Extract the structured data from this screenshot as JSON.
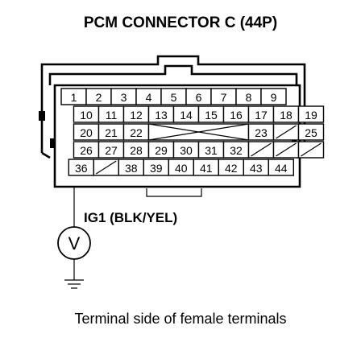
{
  "title": "PCM CONNECTOR C (44P)",
  "wire_label": "IG1 (BLK/YEL)",
  "caption": "Terminal side of female terminals",
  "meter_symbol": "V",
  "pins": [
    {
      "n": "1",
      "r": 0,
      "c": 0,
      "w": 1
    },
    {
      "n": "2",
      "r": 0,
      "c": 1,
      "w": 1
    },
    {
      "n": "3",
      "r": 0,
      "c": 2,
      "w": 1
    },
    {
      "n": "4",
      "r": 0,
      "c": 3,
      "w": 1
    },
    {
      "n": "5",
      "r": 0,
      "c": 4,
      "w": 1
    },
    {
      "n": "6",
      "r": 0,
      "c": 5,
      "w": 1
    },
    {
      "n": "7",
      "r": 0,
      "c": 6,
      "w": 1
    },
    {
      "n": "8",
      "r": 0,
      "c": 7,
      "w": 1
    },
    {
      "n": "9",
      "r": 0,
      "c": 8,
      "w": 1
    },
    {
      "n": "10",
      "r": 1,
      "c": 0.5,
      "w": 1
    },
    {
      "n": "11",
      "r": 1,
      "c": 1.5,
      "w": 1
    },
    {
      "n": "12",
      "r": 1,
      "c": 2.5,
      "w": 1
    },
    {
      "n": "13",
      "r": 1,
      "c": 3.5,
      "w": 1
    },
    {
      "n": "14",
      "r": 1,
      "c": 4.5,
      "w": 1
    },
    {
      "n": "15",
      "r": 1,
      "c": 5.5,
      "w": 1
    },
    {
      "n": "16",
      "r": 1,
      "c": 6.5,
      "w": 1
    },
    {
      "n": "17",
      "r": 1,
      "c": 7.5,
      "w": 1
    },
    {
      "n": "18",
      "r": 1,
      "c": 8.5,
      "w": 1
    },
    {
      "n": "19",
      "r": 1,
      "c": 9.5,
      "w": 1
    },
    {
      "n": "20",
      "r": 2,
      "c": 0.5,
      "w": 1
    },
    {
      "n": "21",
      "r": 2,
      "c": 1.5,
      "w": 1
    },
    {
      "n": "22",
      "r": 2,
      "c": 2.5,
      "w": 1
    },
    {
      "n": "",
      "r": 2,
      "c": 3.5,
      "w": 4,
      "x": true
    },
    {
      "n": "23",
      "r": 2,
      "c": 7.5,
      "w": 1
    },
    {
      "n": "",
      "r": 2,
      "c": 8.5,
      "w": 1,
      "d": true
    },
    {
      "n": "25",
      "r": 2,
      "c": 9.5,
      "w": 1
    },
    {
      "n": "26",
      "r": 3,
      "c": 0.5,
      "w": 1
    },
    {
      "n": "27",
      "r": 3,
      "c": 1.5,
      "w": 1
    },
    {
      "n": "28",
      "r": 3,
      "c": 2.5,
      "w": 1
    },
    {
      "n": "29",
      "r": 3,
      "c": 3.5,
      "w": 1
    },
    {
      "n": "30",
      "r": 3,
      "c": 4.5,
      "w": 1
    },
    {
      "n": "31",
      "r": 3,
      "c": 5.5,
      "w": 1
    },
    {
      "n": "32",
      "r": 3,
      "c": 6.5,
      "w": 1
    },
    {
      "n": "",
      "r": 3,
      "c": 7.5,
      "w": 1,
      "d": true
    },
    {
      "n": "",
      "r": 3,
      "c": 8.5,
      "w": 1,
      "d": true
    },
    {
      "n": "",
      "r": 3,
      "c": 9.5,
      "w": 1,
      "d": true
    },
    {
      "n": "36",
      "r": 4,
      "c": 0.3,
      "w": 1
    },
    {
      "n": "",
      "r": 4,
      "c": 1.3,
      "w": 1,
      "d": true
    },
    {
      "n": "38",
      "r": 4,
      "c": 2.3,
      "w": 1
    },
    {
      "n": "39",
      "r": 4,
      "c": 3.3,
      "w": 1
    },
    {
      "n": "40",
      "r": 4,
      "c": 4.3,
      "w": 1
    },
    {
      "n": "41",
      "r": 4,
      "c": 5.3,
      "w": 1
    },
    {
      "n": "42",
      "r": 4,
      "c": 6.3,
      "w": 1
    },
    {
      "n": "43",
      "r": 4,
      "c": 7.3,
      "w": 1
    },
    {
      "n": "44",
      "r": 4,
      "c": 8.3,
      "w": 1
    }
  ]
}
